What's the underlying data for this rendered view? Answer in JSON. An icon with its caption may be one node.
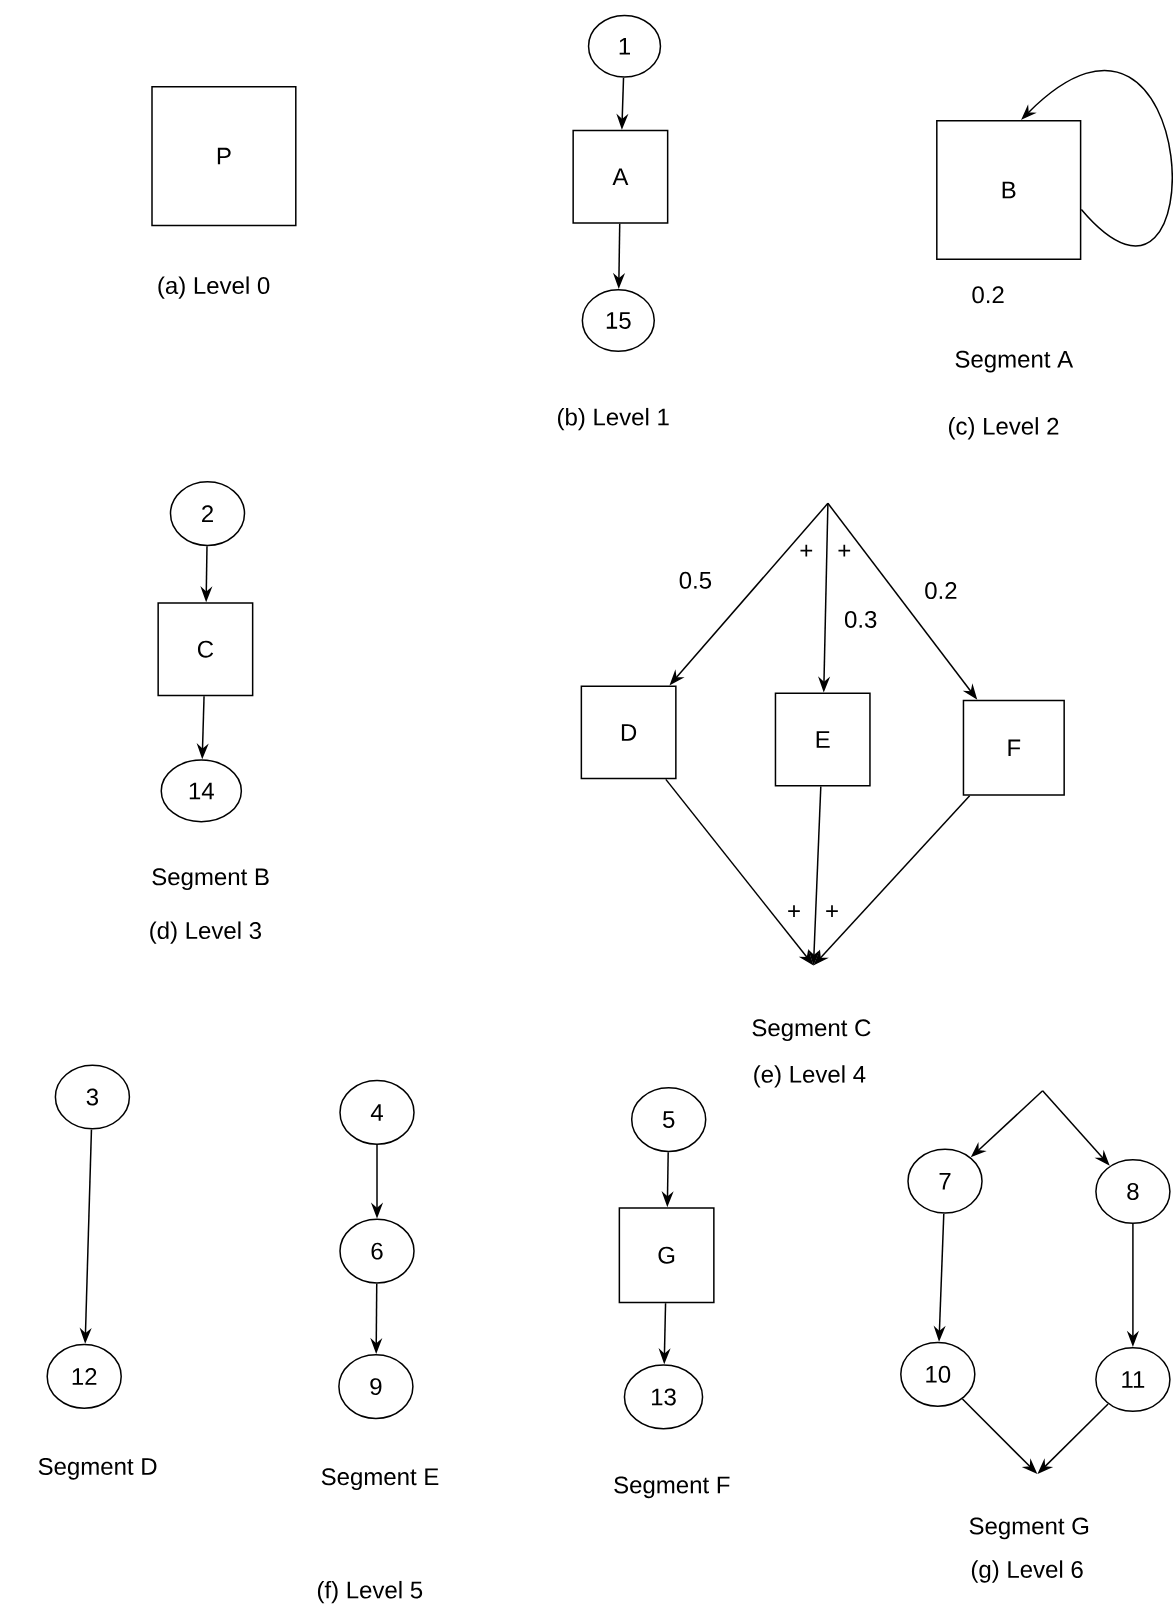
{
  "diagram": {
    "nodes": [
      {
        "text": [
          "P"
        ]
      },
      {
        "text": [
          "1"
        ]
      },
      {
        "text": [
          "A"
        ]
      },
      {
        "text": [
          "15"
        ]
      },
      {
        "text": [
          "B"
        ]
      },
      {
        "text": [
          "2"
        ]
      },
      {
        "text": [
          "C"
        ]
      },
      {
        "text": [
          "14"
        ]
      },
      {
        "text": [
          "D"
        ]
      },
      {
        "text": [
          "E"
        ]
      },
      {
        "text": [
          "F"
        ]
      },
      {
        "text": [
          "3"
        ]
      },
      {
        "text": [
          "12"
        ]
      },
      {
        "text": [
          "4"
        ]
      },
      {
        "text": [
          "6"
        ]
      },
      {
        "text": [
          "9"
        ]
      },
      {
        "text": [
          "5"
        ]
      },
      {
        "text": [
          "G"
        ]
      },
      {
        "text": [
          "13"
        ]
      },
      {
        "text": [
          "7"
        ]
      },
      {
        "text": [
          "8"
        ]
      },
      {
        "text": [
          "10"
        ]
      },
      {
        "text": [
          "11"
        ]
      }
    ],
    "edges": [
      {
        "from": 1,
        "to": 2,
        "arrow": "to"
      },
      {
        "from": 2,
        "to": 3,
        "arrow": "to"
      },
      {
        "from": 4,
        "to": 4,
        "arrow": "to",
        "label": "0.2"
      },
      {
        "from": 5,
        "to": 6,
        "arrow": "to"
      },
      {
        "from": 6,
        "to": 7,
        "arrow": "to"
      },
      {
        "from": null,
        "to": 8,
        "arrow": "to",
        "label": "0.5"
      },
      {
        "from": null,
        "to": 9,
        "arrow": "to",
        "label": "0.3"
      },
      {
        "from": null,
        "to": 10,
        "arrow": "to",
        "label": "0.2"
      },
      {
        "from": 8,
        "to": null,
        "arrow": "to"
      },
      {
        "from": 9,
        "to": null,
        "arrow": "to"
      },
      {
        "from": 10,
        "to": null,
        "arrow": "to"
      },
      {
        "from": 11,
        "to": 12,
        "arrow": "to"
      },
      {
        "from": 13,
        "to": 14,
        "arrow": "to"
      },
      {
        "from": 14,
        "to": 15,
        "arrow": "to"
      },
      {
        "from": 16,
        "to": 17,
        "arrow": "to"
      },
      {
        "from": 17,
        "to": 18,
        "arrow": "to"
      },
      {
        "from": null,
        "to": 19,
        "arrow": "to"
      },
      {
        "from": null,
        "to": 20,
        "arrow": "to"
      },
      {
        "from": 19,
        "to": 21,
        "arrow": "to"
      },
      {
        "from": 20,
        "to": 22,
        "arrow": "to"
      },
      {
        "from": 21,
        "to": null,
        "arrow": "to"
      },
      {
        "from": 22,
        "to": null,
        "arrow": "to"
      }
    ],
    "labels": [
      "(a) Level 0",
      "(b) Level 1",
      "Segment A",
      "(c) Level 2",
      "Segment B",
      "(d) Level 3",
      "+",
      "+",
      "+",
      "+",
      "Segment C",
      "(e) Level 4",
      "Segment D",
      "Segment E",
      "Segment F",
      "(f) Level 5",
      "Segment G",
      "(g) Level 6"
    ]
  }
}
